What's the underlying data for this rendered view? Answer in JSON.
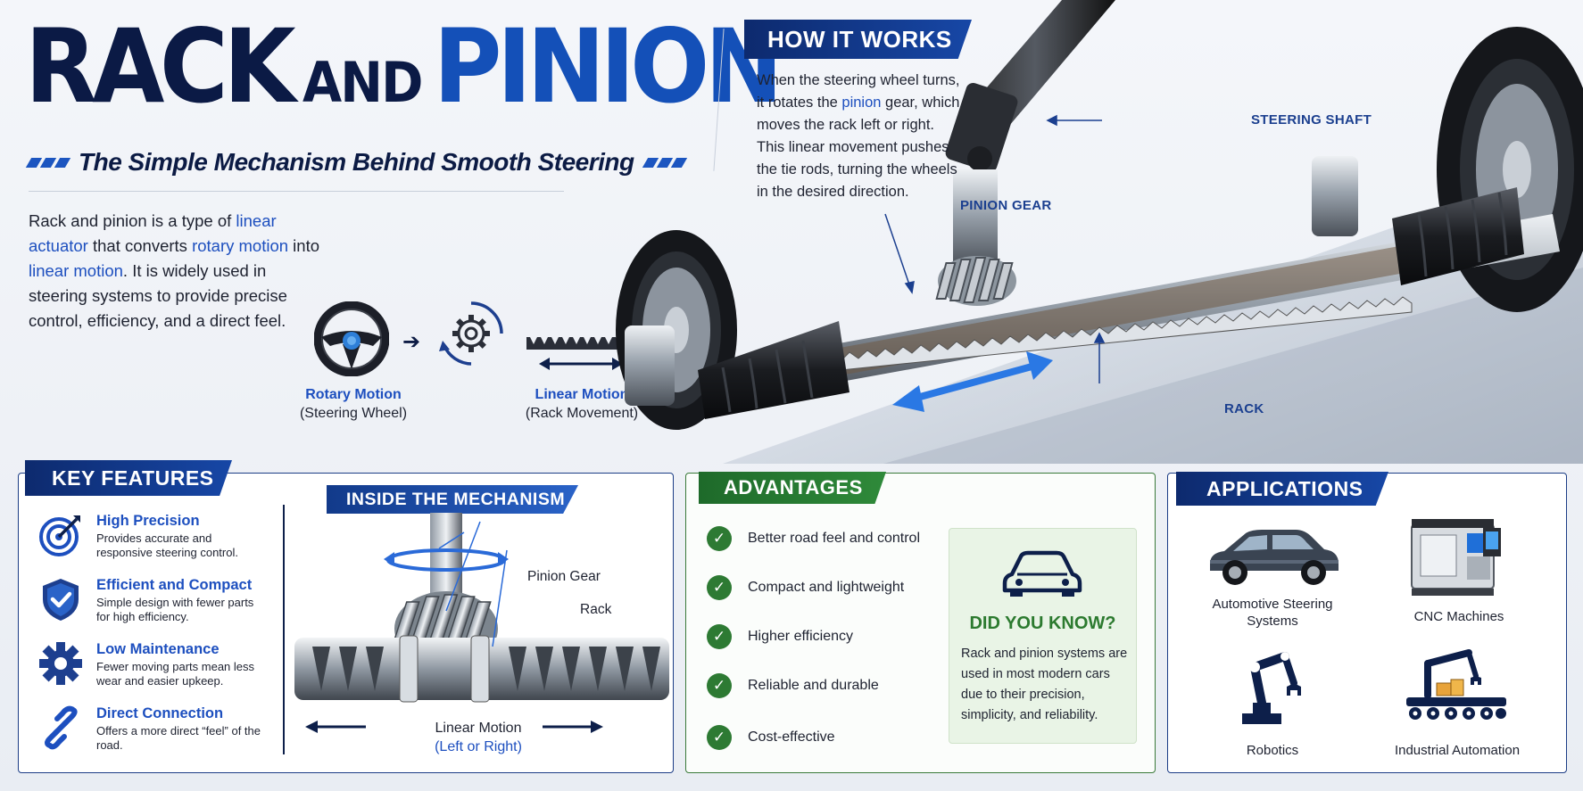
{
  "title": {
    "word1": "RACK",
    "word2": "AND",
    "word3": "PINION",
    "subtitle": "The Simple Mechanism Behind Smooth Steering"
  },
  "intro": {
    "p1": "Rack and pinion is a type of ",
    "hl1": "linear actuator",
    "p2": " that converts ",
    "hl2": "rotary motion",
    "p3": " into ",
    "hl3": "linear motion",
    "p4": ". It is widely used in steering systems to provide precise control, efficiency, and a direct feel."
  },
  "motion": {
    "rotary_label": "Rotary Motion",
    "rotary_sub": "(Steering Wheel)",
    "linear_label": "Linear Motion",
    "linear_sub": "(Rack Movement)"
  },
  "how_it_works": {
    "heading": "HOW IT WORKS",
    "t1": "When the steering wheel turns, it rotates the ",
    "hl": "pinion",
    "t2": " gear, which moves the rack left or right. This linear movement pushes the tie rods, turning the wheels in the desired direction."
  },
  "hero_labels": {
    "steering_shaft": "STEERING SHAFT",
    "pinion_gear": "PINION GEAR",
    "rack": "RACK"
  },
  "key_features": {
    "heading": "KEY FEATURES",
    "items": [
      {
        "icon": "target-icon",
        "title": "High Precision",
        "desc": "Provides accurate and responsive steering control."
      },
      {
        "icon": "shield-check-icon",
        "title": "Efficient and Compact",
        "desc": "Simple design with fewer parts for high efficiency."
      },
      {
        "icon": "gear-icon",
        "title": "Low Maintenance",
        "desc": "Fewer moving parts mean less wear and easier upkeep."
      },
      {
        "icon": "link-icon",
        "title": "Direct Connection",
        "desc": "Offers a more direct “feel” of the road."
      }
    ]
  },
  "inside": {
    "heading": "INSIDE THE MECHANISM",
    "pinion_gear": "Pinion Gear",
    "rack": "Rack",
    "linear_motion": "Linear Motion",
    "direction": "(Left or Right)"
  },
  "advantages": {
    "heading": "ADVANTAGES",
    "items": [
      "Better road feel and control",
      "Compact and lightweight",
      "Higher efficiency",
      "Reliable and durable",
      "Cost-effective"
    ]
  },
  "did_you_know": {
    "title": "DID YOU KNOW?",
    "text": "Rack and pinion systems are used in most modern cars due to their precision, simplicity, and reliability."
  },
  "applications": {
    "heading": "APPLICATIONS",
    "items": [
      {
        "icon": "car-icon",
        "label": "Automotive Steering Systems"
      },
      {
        "icon": "cnc-machine-icon",
        "label": "CNC Machines"
      },
      {
        "icon": "robot-arm-icon",
        "label": "Robotics"
      },
      {
        "icon": "industrial-automation-icon",
        "label": "Industrial Automation"
      }
    ]
  },
  "colors": {
    "navy": "#0d1f4a",
    "accent_blue": "#1d4fbf",
    "green": "#2d7a33"
  }
}
